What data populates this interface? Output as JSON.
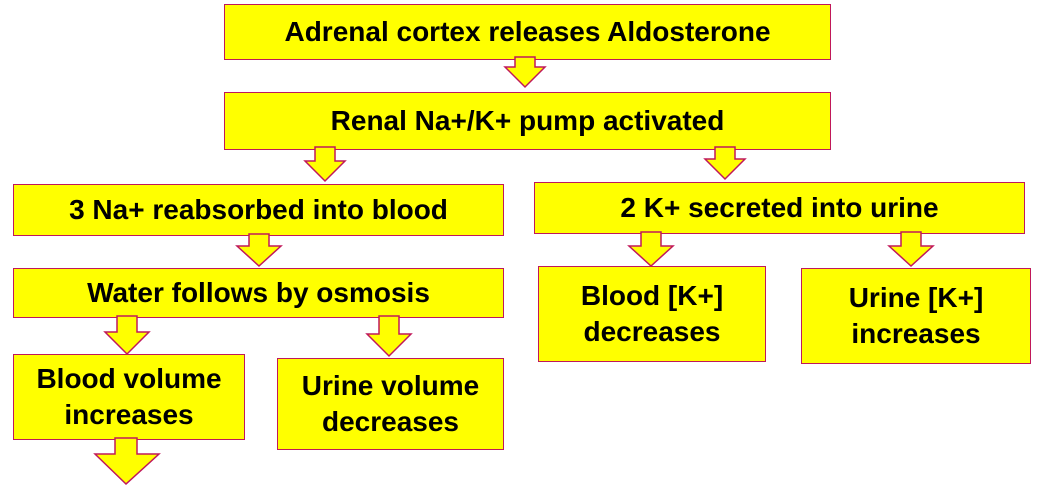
{
  "colors": {
    "box_fill": "#ffff00",
    "box_border": "#c0185a",
    "text": "#000000"
  },
  "nodes": {
    "aldosterone": "Adrenal cortex releases Aldosterone",
    "pump": "Renal Na+/K+ pump activated",
    "na_reabsorbed": "3 Na+ reabsorbed into blood",
    "k_secreted": "2 K+ secreted into urine",
    "water_osmosis": "Water follows by osmosis",
    "blood_k": "Blood [K+]\ndecreases",
    "urine_k": "Urine [K+]\nincreases",
    "blood_volume": "Blood volume\nincreases",
    "urine_volume": "Urine volume\ndecreases"
  }
}
